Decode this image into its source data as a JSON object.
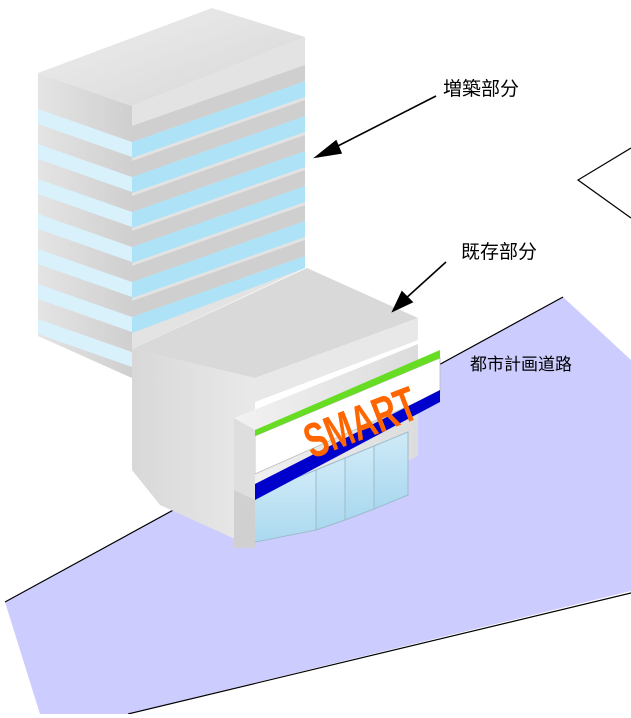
{
  "labels": {
    "extension": "増築部分",
    "existing": "既存部分",
    "road": "都市計画道路"
  },
  "sign_text": "SMART",
  "colors": {
    "road_fill": "#ccccff",
    "sign_text": "#ff6600",
    "sign_green": "#66dd22",
    "sign_blue": "#0000cc",
    "window_band": "#aee3f7",
    "wall_light": "#e6e6e6",
    "wall_mid": "#dcdcdc",
    "wall_dark": "#c8c8c8"
  }
}
